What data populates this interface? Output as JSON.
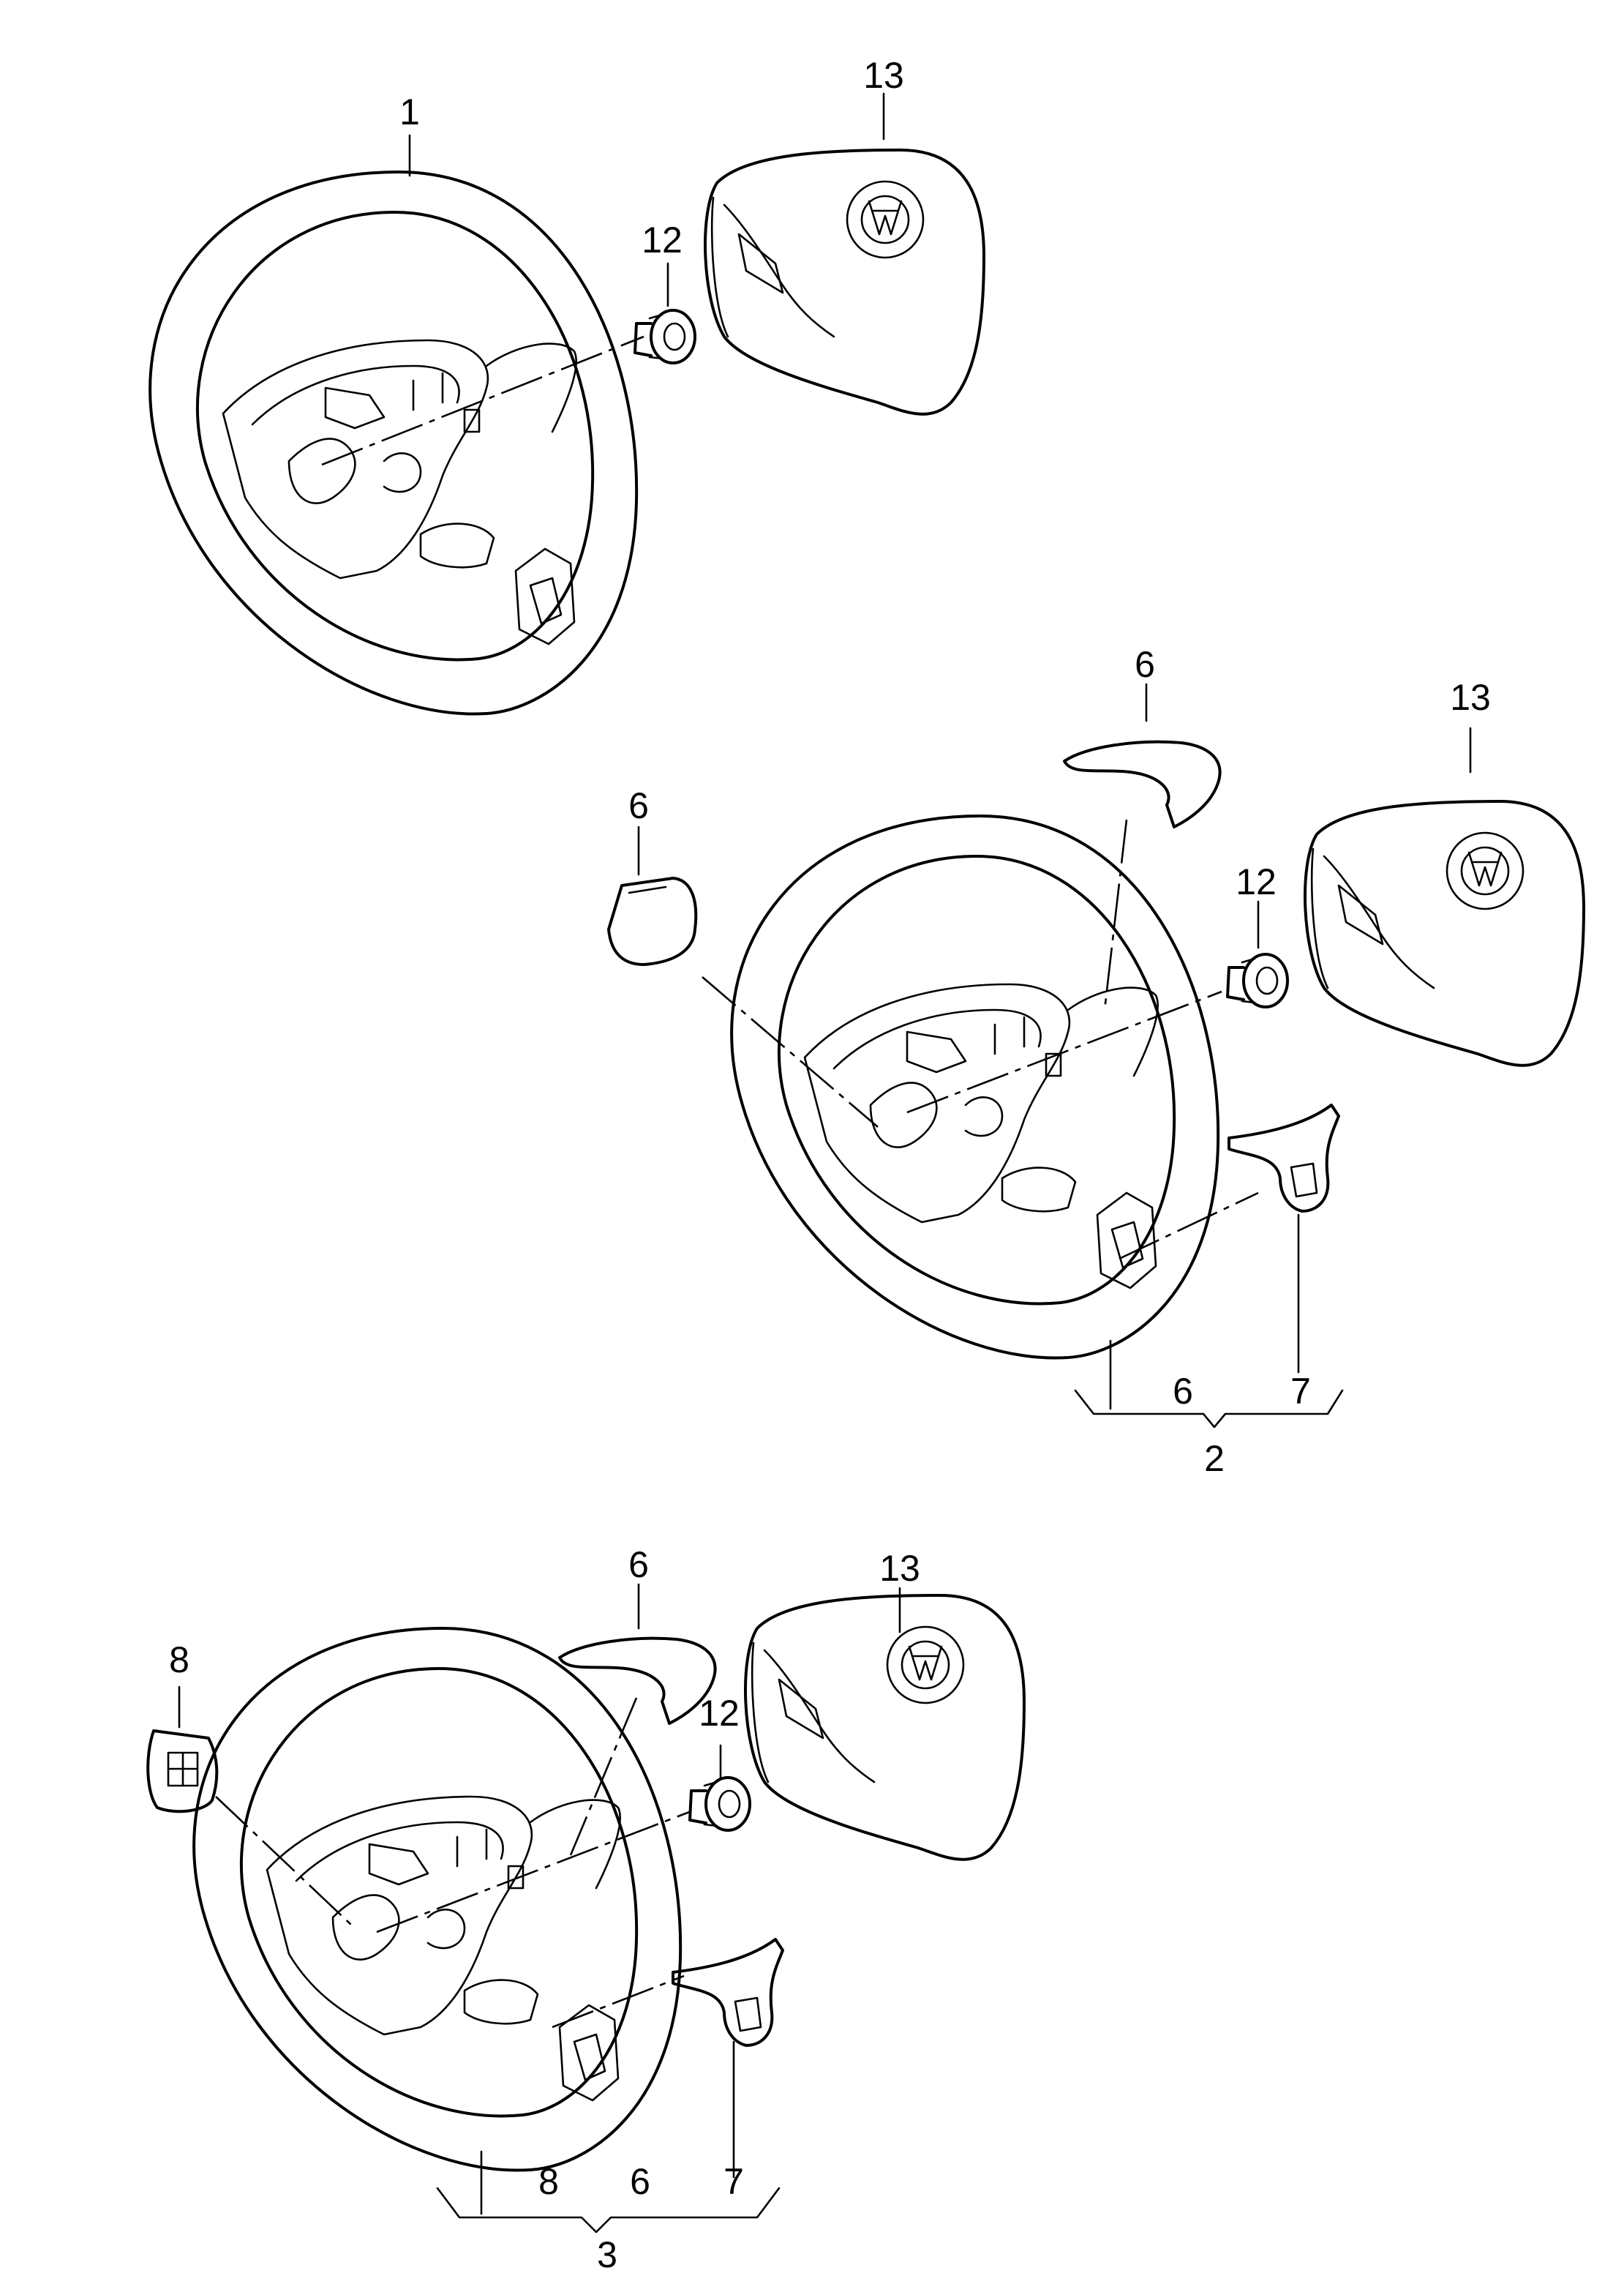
{
  "groups": [
    {
      "id": "top",
      "labels": {
        "wheel": "1",
        "nut": "12",
        "airbag": "13"
      }
    },
    {
      "id": "middle",
      "labels": {
        "cover_top": "6",
        "cover_left": "6",
        "nut": "12",
        "airbag": "13",
        "bracket_a": "6",
        "bracket_b": "7",
        "assembly": "2"
      }
    },
    {
      "id": "bottom",
      "labels": {
        "cover_top": "6",
        "switch": "8",
        "nut": "12",
        "airbag": "13",
        "bracket_a": "8",
        "bracket_b": "6",
        "bracket_c": "7",
        "assembly": "3"
      }
    }
  ]
}
